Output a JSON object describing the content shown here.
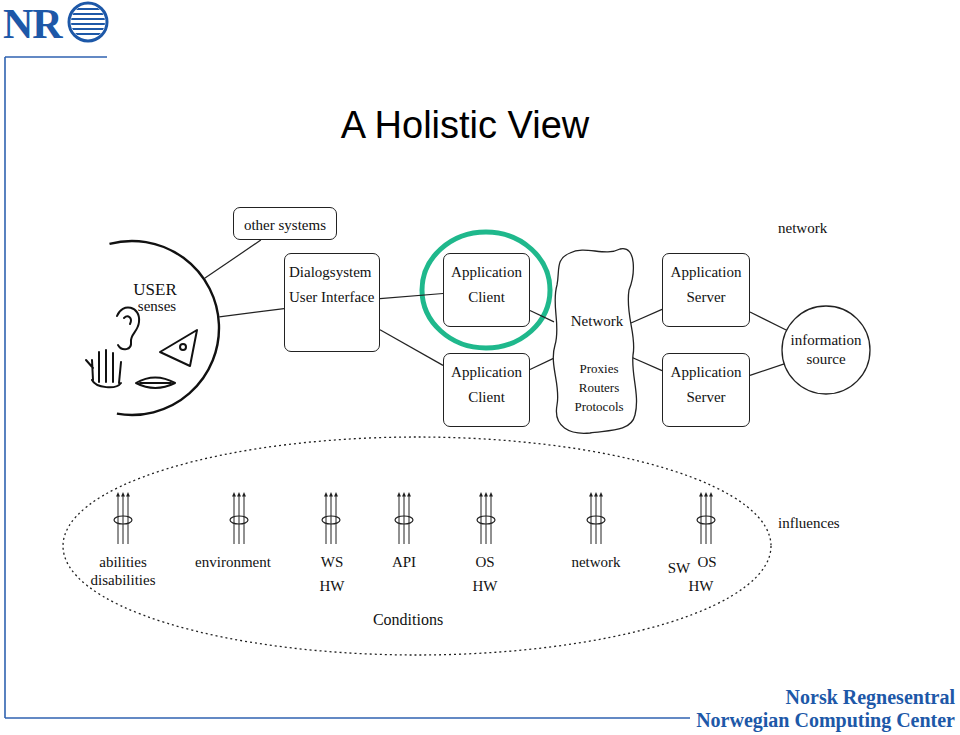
{
  "diagram": {
    "title": "A Holistic View",
    "nodes": [
      {
        "text": [
          "USER",
          "senses"
        ]
      },
      {
        "text": [
          "other systems"
        ]
      },
      {
        "text": [
          "Dialogsystem User Interface"
        ]
      },
      {
        "text": [
          "Application Client"
        ]
      },
      {
        "text": [
          "Application Client"
        ]
      },
      {
        "text": [
          "Network",
          "Proxies Routers Protocols"
        ]
      },
      {
        "text": [
          "Application Server"
        ]
      },
      {
        "text": [
          "Application Server"
        ]
      },
      {
        "text": [
          "information source"
        ]
      },
      {
        "text": [
          "Conditions"
        ]
      }
    ],
    "edges": [
      {
        "from": 0,
        "to": 1,
        "arrow": "none"
      },
      {
        "from": 0,
        "to": 2,
        "arrow": "none"
      },
      {
        "from": 2,
        "to": 3,
        "arrow": "none"
      },
      {
        "from": 2,
        "to": 4,
        "arrow": "none"
      },
      {
        "from": 3,
        "to": 5,
        "arrow": "none"
      },
      {
        "from": 4,
        "to": 5,
        "arrow": "none"
      },
      {
        "from": 5,
        "to": 6,
        "arrow": "none"
      },
      {
        "from": 5,
        "to": 7,
        "arrow": "none"
      },
      {
        "from": 6,
        "to": 8,
        "arrow": "none"
      },
      {
        "from": 7,
        "to": 8,
        "arrow": "none"
      }
    ],
    "labels": [
      "NR",
      "network",
      "influences",
      "abilities disabilities",
      "environment",
      "WS",
      "HW",
      "API",
      "OS",
      "HW",
      "network",
      "SW",
      "OS",
      "HW",
      "Norsk Regnesentral",
      "Norwegian Computing Center"
    ]
  }
}
